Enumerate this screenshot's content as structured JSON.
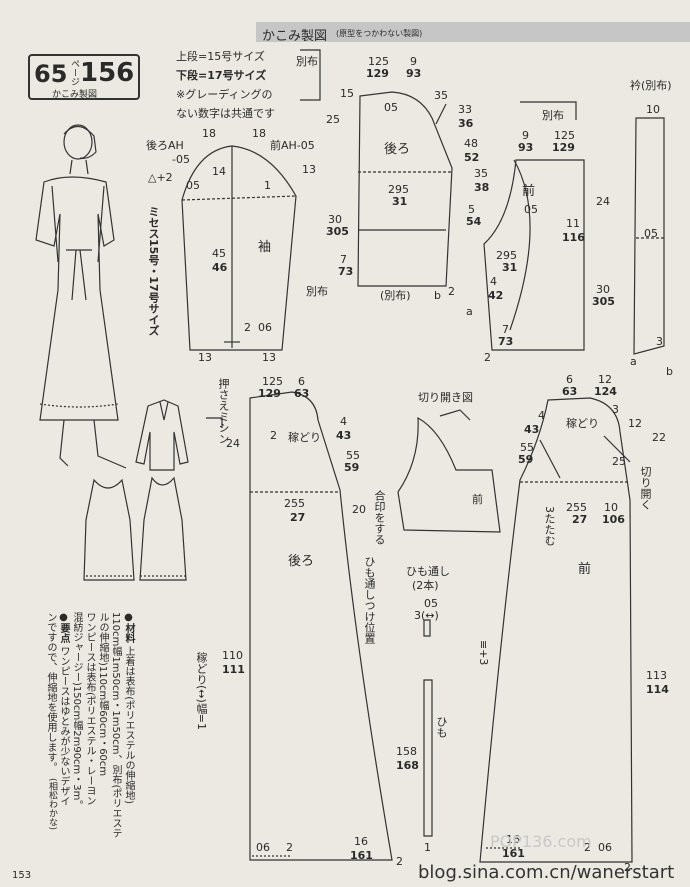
{
  "header": {
    "title": "かこみ製図",
    "subtitle": "(原型をつかわない製図)"
  },
  "badge": {
    "page": "65",
    "page_unit": "ページ",
    "number": "156",
    "name": "かこみ製図"
  },
  "notes": {
    "line1": "上段=15号サイズ",
    "line2": "下段=17号サイズ",
    "line3": "※グレーディングの",
    "line4": "ない数字は共通です"
  },
  "sleeve": {
    "back_ah": "後ろAH",
    "back_ah_val": "-05",
    "front_ah": "前AH-05",
    "label": "袖",
    "size_note": "ミセス15号・17号サイズ",
    "n18a": "18",
    "n18b": "18",
    "n14": "14",
    "n1": "1",
    "n13": "13",
    "n05": "05",
    "nplus2": "△+2",
    "n45": "45",
    "n46": "46",
    "n2": "2",
    "n06": "06",
    "n13b": "13",
    "n13c": "13"
  },
  "jacket_back": {
    "w1": "125",
    "w1b": "129",
    "w2": "9",
    "w2b": "93",
    "betsununo": "別布",
    "n15": "15",
    "n05": "05",
    "n35": "35",
    "n33": "33",
    "n36": "36",
    "n48": "48",
    "n52": "52",
    "label": "後ろ",
    "n295": "295",
    "n31": "31",
    "n30": "30",
    "n305": "305",
    "n25": "25",
    "n7": "7",
    "n73": "73",
    "betsununo2": "(別布)",
    "b": "b",
    "n2": "2",
    "betsununo3": "別布"
  },
  "jacket_front": {
    "betsununo": "別布",
    "w1": "9",
    "w1b": "93",
    "w2": "125",
    "w2b": "129",
    "n35": "35",
    "n38": "38",
    "label": "前",
    "n5": "5",
    "n54": "54",
    "n05": "05",
    "n11": "11",
    "n116": "116",
    "n295": "295",
    "n31": "31",
    "n4": "4",
    "n42": "42",
    "a": "a",
    "n7": "7",
    "n73": "73",
    "n2": "2",
    "n24": "24",
    "n30": "30",
    "n305": "305"
  },
  "collar": {
    "title": "衿(別布)",
    "n10": "10",
    "n05": "05",
    "a": "a",
    "b": "b",
    "n3": "3"
  },
  "dress_back": {
    "oshisae": "押さえミシン",
    "w1": "125",
    "w1b": "129",
    "w2": "6",
    "w2b": "63",
    "n24": "24",
    "n4": "4",
    "n43": "43",
    "n2": "2",
    "kasedori": "稼どり",
    "n55": "55",
    "n59": "59",
    "n255": "255",
    "n27": "27",
    "label": "後ろ",
    "n20": "20",
    "n110": "110",
    "n111": "111",
    "kasedori2": "稼どり(↔)幅=1",
    "n06": "06",
    "n2b": "2",
    "n16": "16",
    "n161": "161",
    "n2c": "2",
    "ai_mark": "合印をする",
    "himo_pos": "ひも通しつけ位置"
  },
  "cut_open": {
    "title": "切り開き図",
    "front": "前"
  },
  "himo": {
    "title": "ひも通し",
    "count": "(2本)",
    "n05": "05",
    "n3": "3(↔)",
    "himo_label": "ひも",
    "n158": "158",
    "n168": "168",
    "n1": "1"
  },
  "dress_front": {
    "w1": "6",
    "w1b": "63",
    "w2": "12",
    "w2b": "124",
    "n4": "4",
    "n43": "43",
    "n55": "55",
    "n59": "59",
    "kasedori": "稼どり",
    "n3": "3",
    "n12": "12",
    "n22": "22",
    "n25": "25",
    "kiri": "切り開く",
    "n255": "255",
    "n27": "27",
    "n10": "10",
    "n106": "106",
    "n3tatami": "3たたむ",
    "label": "前",
    "ninus3": "≡+3",
    "n113": "113",
    "n114": "114",
    "n16": "16",
    "n161": "161",
    "n2": "2",
    "n06": "06",
    "n2b": "2"
  },
  "materials": {
    "h1": "●材料",
    "l1": "上着は表布(ポリエステルの伸縮地)",
    "l2": "110cm幅1m50cm・1m50cm、別布(ポリエステ",
    "l3": "ルの伸縮地)110cm幅60cm・60cm",
    "l4": "ワンピースは表布(ポリエステル・レーヨン",
    "l5": "混紡ジャージー)150cm幅2m90cm・3m。",
    "h2": "●要点",
    "l6": "ワンピースはゆとみが少ないデザイ",
    "l7": "ンですので、伸縮地を使用します。",
    "credit": "(相松わかな)"
  },
  "footer": {
    "page": "153",
    "url": "blog.sina.com.cn/wanerstart",
    "watermark": "POP136.com"
  }
}
